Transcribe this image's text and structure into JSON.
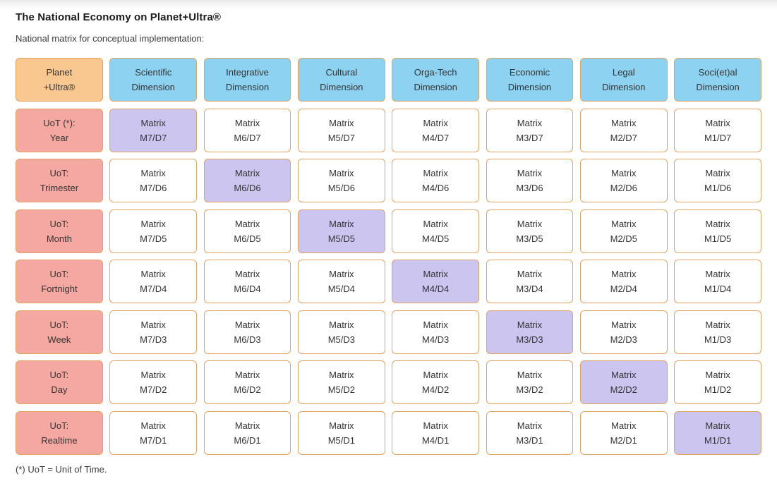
{
  "page": {
    "title": "The National Economy on Planet+Ultra®",
    "subtitle": "National matrix for conceptual implementation:",
    "footnote": "(*) UoT = Unit of Time."
  },
  "colors": {
    "corner_bg": "#f8c890",
    "dimension_bg": "#8dd2f0",
    "uot_bg": "#f5a8a1",
    "highlight_bg": "#cbc5f0",
    "cell_bg": "#ffffff",
    "border": "#e2a35f",
    "cell_text": "#333333",
    "title_text": "#1b1b1b",
    "body_text": "#3c3c3c"
  },
  "matrix": {
    "corner": {
      "line1": "Planet",
      "line2": "+Ultra®"
    },
    "columns": [
      {
        "line1": "Scientific",
        "line2": "Dimension",
        "code": "M7"
      },
      {
        "line1": "Integrative",
        "line2": "Dimension",
        "code": "M6"
      },
      {
        "line1": "Cultural",
        "line2": "Dimension",
        "code": "M5"
      },
      {
        "line1": "Orga-Tech",
        "line2": "Dimension",
        "code": "M4"
      },
      {
        "line1": "Economic",
        "line2": "Dimension",
        "code": "M3"
      },
      {
        "line1": "Legal",
        "line2": "Dimension",
        "code": "M2"
      },
      {
        "line1": "Soci(et)al",
        "line2": "Dimension",
        "code": "M1"
      }
    ],
    "rows": [
      {
        "line1": "UoT (*):",
        "line2": "Year",
        "code": "D7"
      },
      {
        "line1": "UoT:",
        "line2": "Trimester",
        "code": "D6"
      },
      {
        "line1": "UoT:",
        "line2": "Month",
        "code": "D5"
      },
      {
        "line1": "UoT:",
        "line2": "Fortnight",
        "code": "D4"
      },
      {
        "line1": "UoT:",
        "line2": "Week",
        "code": "D3"
      },
      {
        "line1": "UoT:",
        "line2": "Day",
        "code": "D2"
      },
      {
        "line1": "UoT:",
        "line2": "Realtime",
        "code": "D1"
      }
    ],
    "cell_word": "Matrix",
    "highlighted_cells": [
      "M7/D7",
      "M6/D6",
      "M5/D5",
      "M4/D4",
      "M3/D3",
      "M2/D2",
      "M1/D1"
    ]
  }
}
